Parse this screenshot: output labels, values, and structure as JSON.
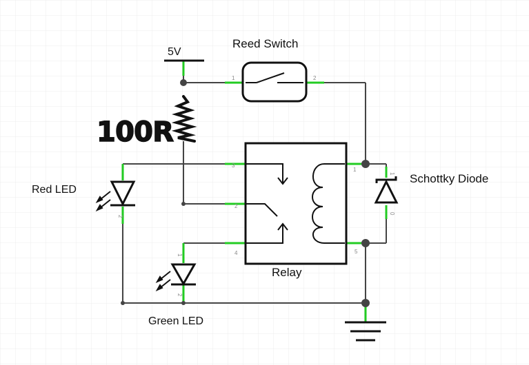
{
  "labels": {
    "supply": "5V",
    "reed_switch": "Reed Switch",
    "relay": "Relay",
    "red_led": "Red LED",
    "green_led": "Green LED",
    "schottky": "Schottky Diode",
    "resistor_handwritten": "100R"
  },
  "pins": {
    "reed_1": "1",
    "reed_2": "2",
    "relay_3": "3",
    "relay_2": "2",
    "relay_4": "4",
    "relay_1": "1",
    "relay_5": "5",
    "red_led_pin": "2",
    "green_led_top": "1",
    "green_led_bottom": "2",
    "schottky_top": "1",
    "schottky_bottom": "0"
  },
  "colors": {
    "wire": "#444444",
    "connector": "#22cc22",
    "grid": "#eeeeee",
    "component": "#111111"
  }
}
